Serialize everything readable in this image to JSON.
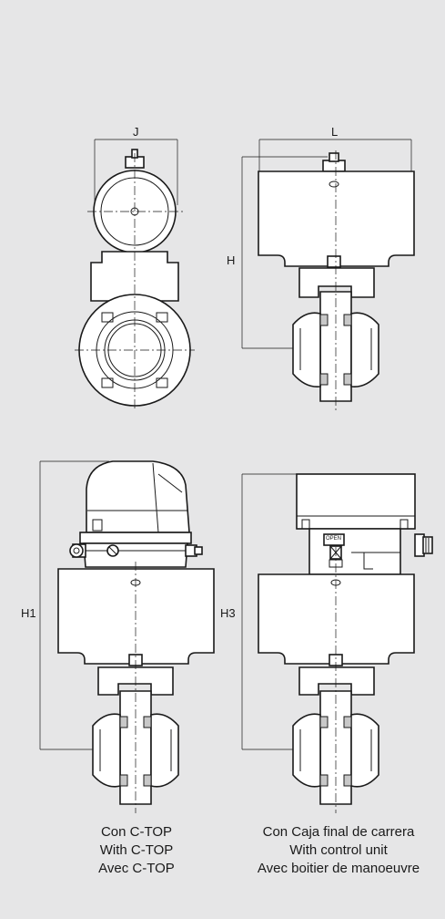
{
  "dimensions": {
    "j": "J",
    "l": "L",
    "h": "H",
    "h1": "H1",
    "h3": "H3"
  },
  "tags": {
    "open": "OPEN"
  },
  "captions": {
    "c_top": [
      "Con C-TOP",
      "With C-TOP",
      "Avec C-TOP"
    ],
    "control_unit": [
      "Con Caja final de carrera",
      "With control unit",
      "Avec boitier de manoeuvre"
    ]
  }
}
